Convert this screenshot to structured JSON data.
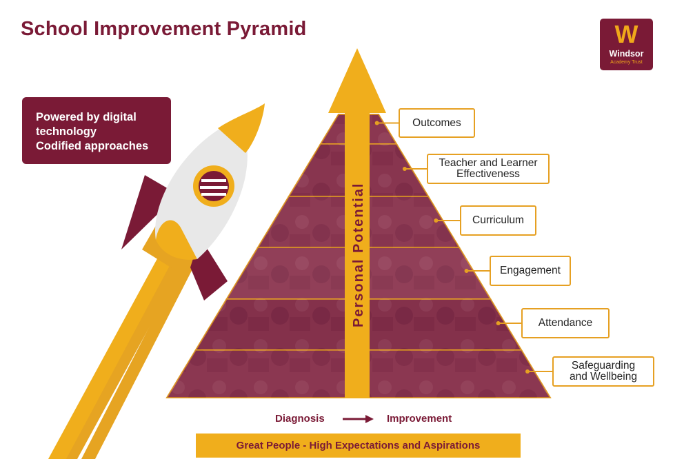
{
  "title": "School Improvement Pyramid",
  "logo": {
    "mark": "W",
    "name": "Windsor",
    "sub": "Academy Trust"
  },
  "powered_box": {
    "lines": [
      "Powered by digital",
      "technology",
      "Codified approaches"
    ]
  },
  "arrow_label": "Personal Potential",
  "layers": [
    {
      "label": "Outcomes"
    },
    {
      "label": "Teacher and Learner\nEffectiveness"
    },
    {
      "label": "Curriculum"
    },
    {
      "label": "Engagement"
    },
    {
      "label": "Attendance"
    },
    {
      "label": "Safeguarding\nand Wellbeing"
    }
  ],
  "flow": {
    "from": "Diagnosis",
    "to": "Improvement"
  },
  "banner": "Great People - High Expectations and Aspirations",
  "colors": {
    "maroon": "#7a1a36",
    "gold": "#f0ae1c",
    "border": "#e6a022"
  },
  "icons": {
    "rocket": "rocket-icon",
    "arrow": "arrow-right-icon"
  }
}
